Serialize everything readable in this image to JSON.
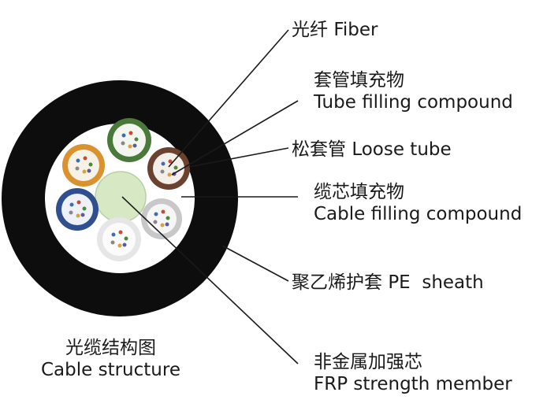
{
  "labels": {
    "fiber": {
      "zh": "光纤",
      "en": "Fiber"
    },
    "tube_filling": {
      "zh": "套管填充物",
      "en": "Tube filling compound"
    },
    "loose_tube": {
      "zh": "松套管",
      "en": "Loose tube"
    },
    "cable_filling": {
      "zh": "缆芯填充物",
      "en": "Cable filling compound"
    },
    "sheath": {
      "zh": "聚乙烯护套",
      "en": "PE  sheath"
    },
    "frp": {
      "zh": "非金属加强芯",
      "en": "FRP strength member"
    }
  },
  "caption": {
    "zh": "光缆结构图",
    "en": "Cable structure"
  },
  "colors": {
    "sheath": "#0d0d0d",
    "filling": "#ffffff",
    "frp_core": "#d6e8c4",
    "tube_orange": "#d9922e",
    "tube_green": "#4a7a3a",
    "tube_brown": "#6b4230",
    "tube_blue": "#2f4f8f",
    "tube_white": "#c8c8c8",
    "tube_white2": "#e6e6e6",
    "leader_line": "#1a1a1a"
  }
}
